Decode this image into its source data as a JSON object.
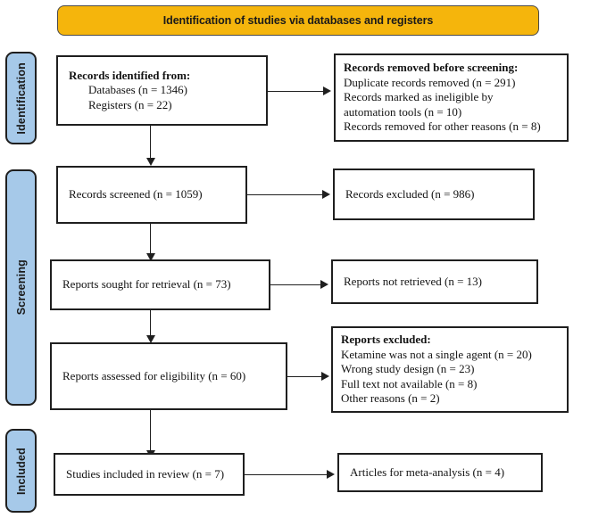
{
  "diagram": {
    "title": "Identification of studies via databases and registers",
    "colors": {
      "banner_background": "#f5b50c",
      "stage_background": "#a6c9e9",
      "box_border": "#1f1f1f",
      "text": "#131313"
    }
  },
  "stages": [
    {
      "label": "Identification"
    },
    {
      "label": "Screening"
    },
    {
      "label": "Included"
    }
  ],
  "boxes": {
    "records_identified": {
      "heading": "Records identified from:",
      "line1": "Databases (n = 1346)",
      "line2": "Registers (n = 22)"
    },
    "records_removed": {
      "heading": "Records removed before screening:",
      "line1": "Duplicate records removed (n = 291)",
      "line2": "Records marked as ineligible by",
      "line3": "automation tools (n = 10)",
      "line4": "Records removed for other reasons (n = 8)"
    },
    "records_screened": {
      "text": "Records screened (n = 1059)"
    },
    "records_excluded": {
      "text": "Records excluded (n = 986)"
    },
    "reports_sought": {
      "text": "Reports sought for retrieval (n = 73)"
    },
    "reports_not_retrieved": {
      "text": "Reports not retrieved (n = 13)"
    },
    "reports_assessed": {
      "text": "Reports assessed for eligibility (n = 60)"
    },
    "reports_excluded": {
      "heading": "Reports excluded:",
      "line1": "Ketamine was not a single agent (n = 20)",
      "line2": "Wrong study design (n = 23)",
      "line3": "Full text not available (n = 8)",
      "line4": "Other reasons (n = 2)"
    },
    "studies_included": {
      "text": "Studies included in review (n = 7)"
    },
    "articles_meta": {
      "text": "Articles for meta-analysis (n = 4)"
    }
  }
}
